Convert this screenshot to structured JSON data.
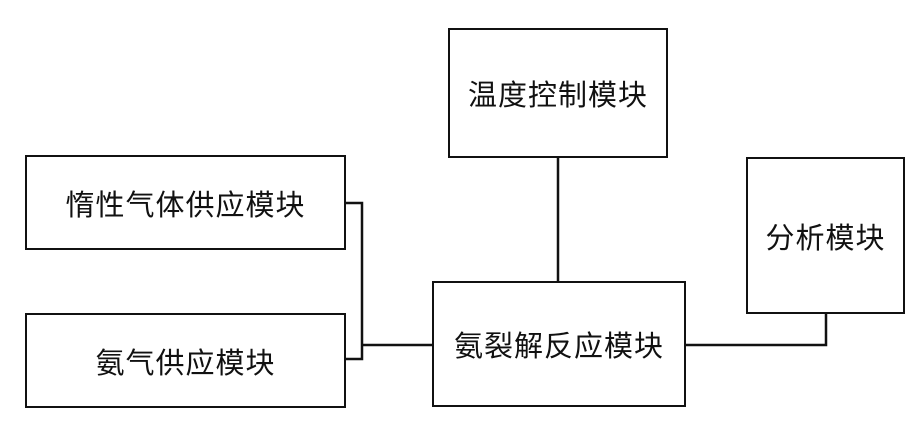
{
  "modules": {
    "temperature_control": "温度控制模块",
    "inert_gas_supply": "惰性气体供应模块",
    "analysis": "分析模块",
    "ammonia_supply": "氨气供应模块",
    "ammonia_cracking": "氨裂解反应模块"
  },
  "connections": [
    {
      "from": "温度控制模块",
      "to": "氨裂解反应模块"
    },
    {
      "from": "惰性气体供应模块",
      "to": "氨裂解反应模块"
    },
    {
      "from": "氨气供应模块",
      "to": "氨裂解反应模块"
    },
    {
      "from": "氨裂解反应模块",
      "to": "分析模块"
    }
  ]
}
